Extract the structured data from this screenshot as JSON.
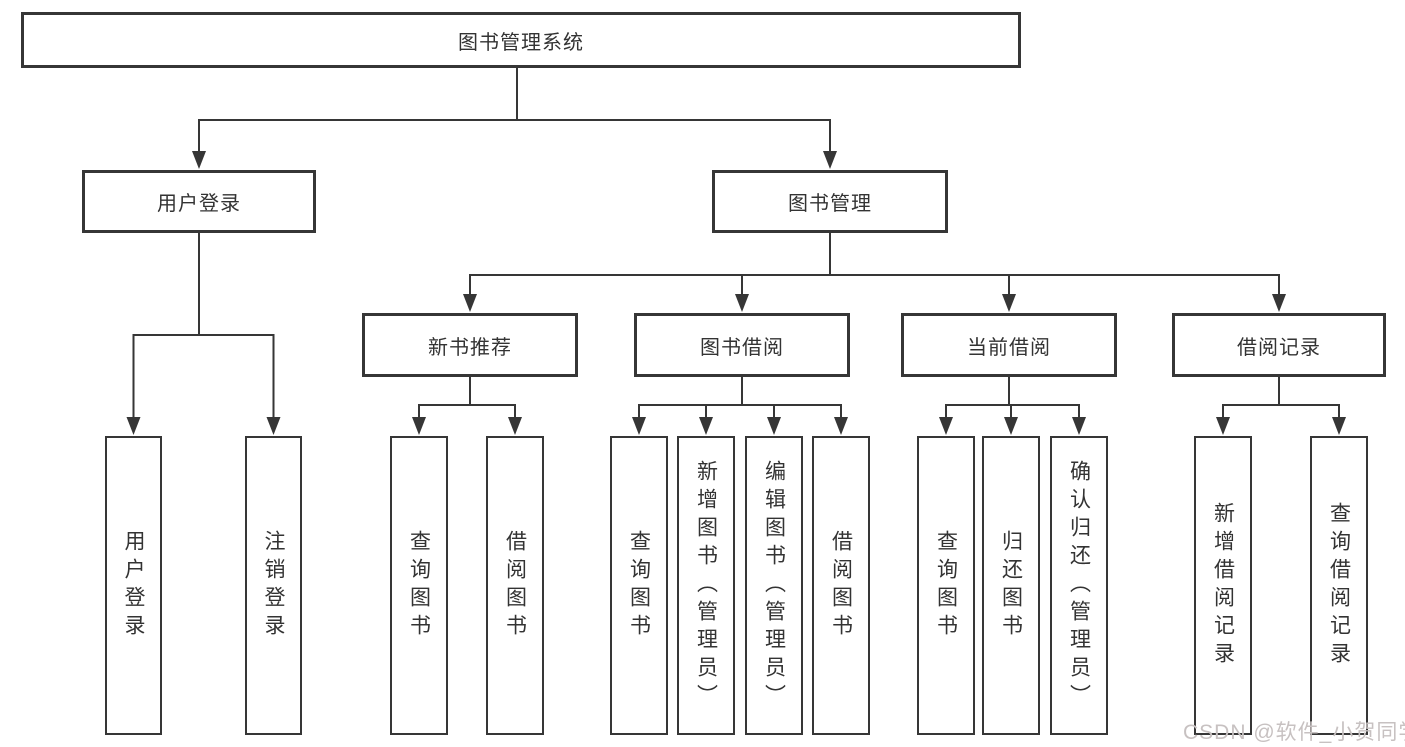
{
  "diagram": {
    "root": {
      "label": "图书管理系统"
    },
    "level2": [
      {
        "label": "用户登录"
      },
      {
        "label": "图书管理"
      }
    ],
    "level3": [
      {
        "label": "新书推荐"
      },
      {
        "label": "图书借阅"
      },
      {
        "label": "当前借阅"
      },
      {
        "label": "借阅记录"
      }
    ],
    "leaves": {
      "user_login": [
        "用户登录",
        "注销登录"
      ],
      "new_book": [
        "查询图书",
        "借阅图书"
      ],
      "book_borrow": [
        "查询图书",
        "新增图书（管理员）",
        "编辑图书（管理员）",
        "借阅图书"
      ],
      "current_borrow": [
        "查询图书",
        "归还图书",
        "确认归还（管理员）"
      ],
      "borrow_record": [
        "新增借阅记录",
        "查询借阅记录"
      ]
    }
  },
  "watermark": {
    "text": "CSDN @软件_小贺同学"
  },
  "colors": {
    "line": "#363636",
    "text": "#333333",
    "watermark": "#c7c1c1",
    "background": "#ffffff"
  }
}
